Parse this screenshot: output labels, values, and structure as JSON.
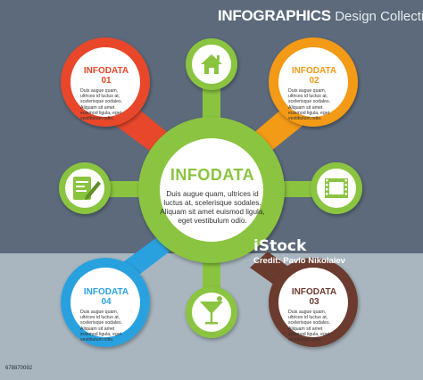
{
  "header": {
    "title": "INFOGRAPHICS",
    "subtitle": "Design Collection"
  },
  "center": {
    "title": "INFODATA",
    "body": "Duis augue quam, ultrices id luctus at, scelerisque sodales. Aliquam sit amet euismod ligula, eget vestibulum odio."
  },
  "items": [
    {
      "title": "INFODATA 01",
      "color": "#e8472b",
      "body": "Duis augue quam, ultrices id luctus at, scelerisque sodales. Aliquam sit amet euismod ligula, eget vestibulum odio."
    },
    {
      "title": "INFODATA 02",
      "color": "#f39a17",
      "body": "Duis augue quam, ultrices id luctus at, scelerisque sodales. Aliquam sit amet euismod ligula, eget vestibulum odio."
    },
    {
      "title": "INFODATA 03",
      "color": "#6b3a2e",
      "body": "Duis augue quam, ultrices id luctus at, scelerisque sodales. Aliquam sit amet euismod ligula, eget vestibulum odio."
    },
    {
      "title": "INFODATA 04",
      "color": "#2aa1df",
      "body": "Duis augue quam, ultrices id luctus at, scelerisque sodales. Aliquam sit amet euismod ligula, eget vestibulum odio."
    }
  ],
  "icons": [
    "home-icon",
    "notepad-icon",
    "film-icon",
    "cocktail-icon"
  ],
  "colors": {
    "green": "#8ac43f",
    "background": "#5c6a7b",
    "lower_band": "#a9b6bf"
  },
  "watermark": {
    "brand": "iStock",
    "credit": "Credit: Pavlo Nikolaiev"
  },
  "image_id": "678870092"
}
